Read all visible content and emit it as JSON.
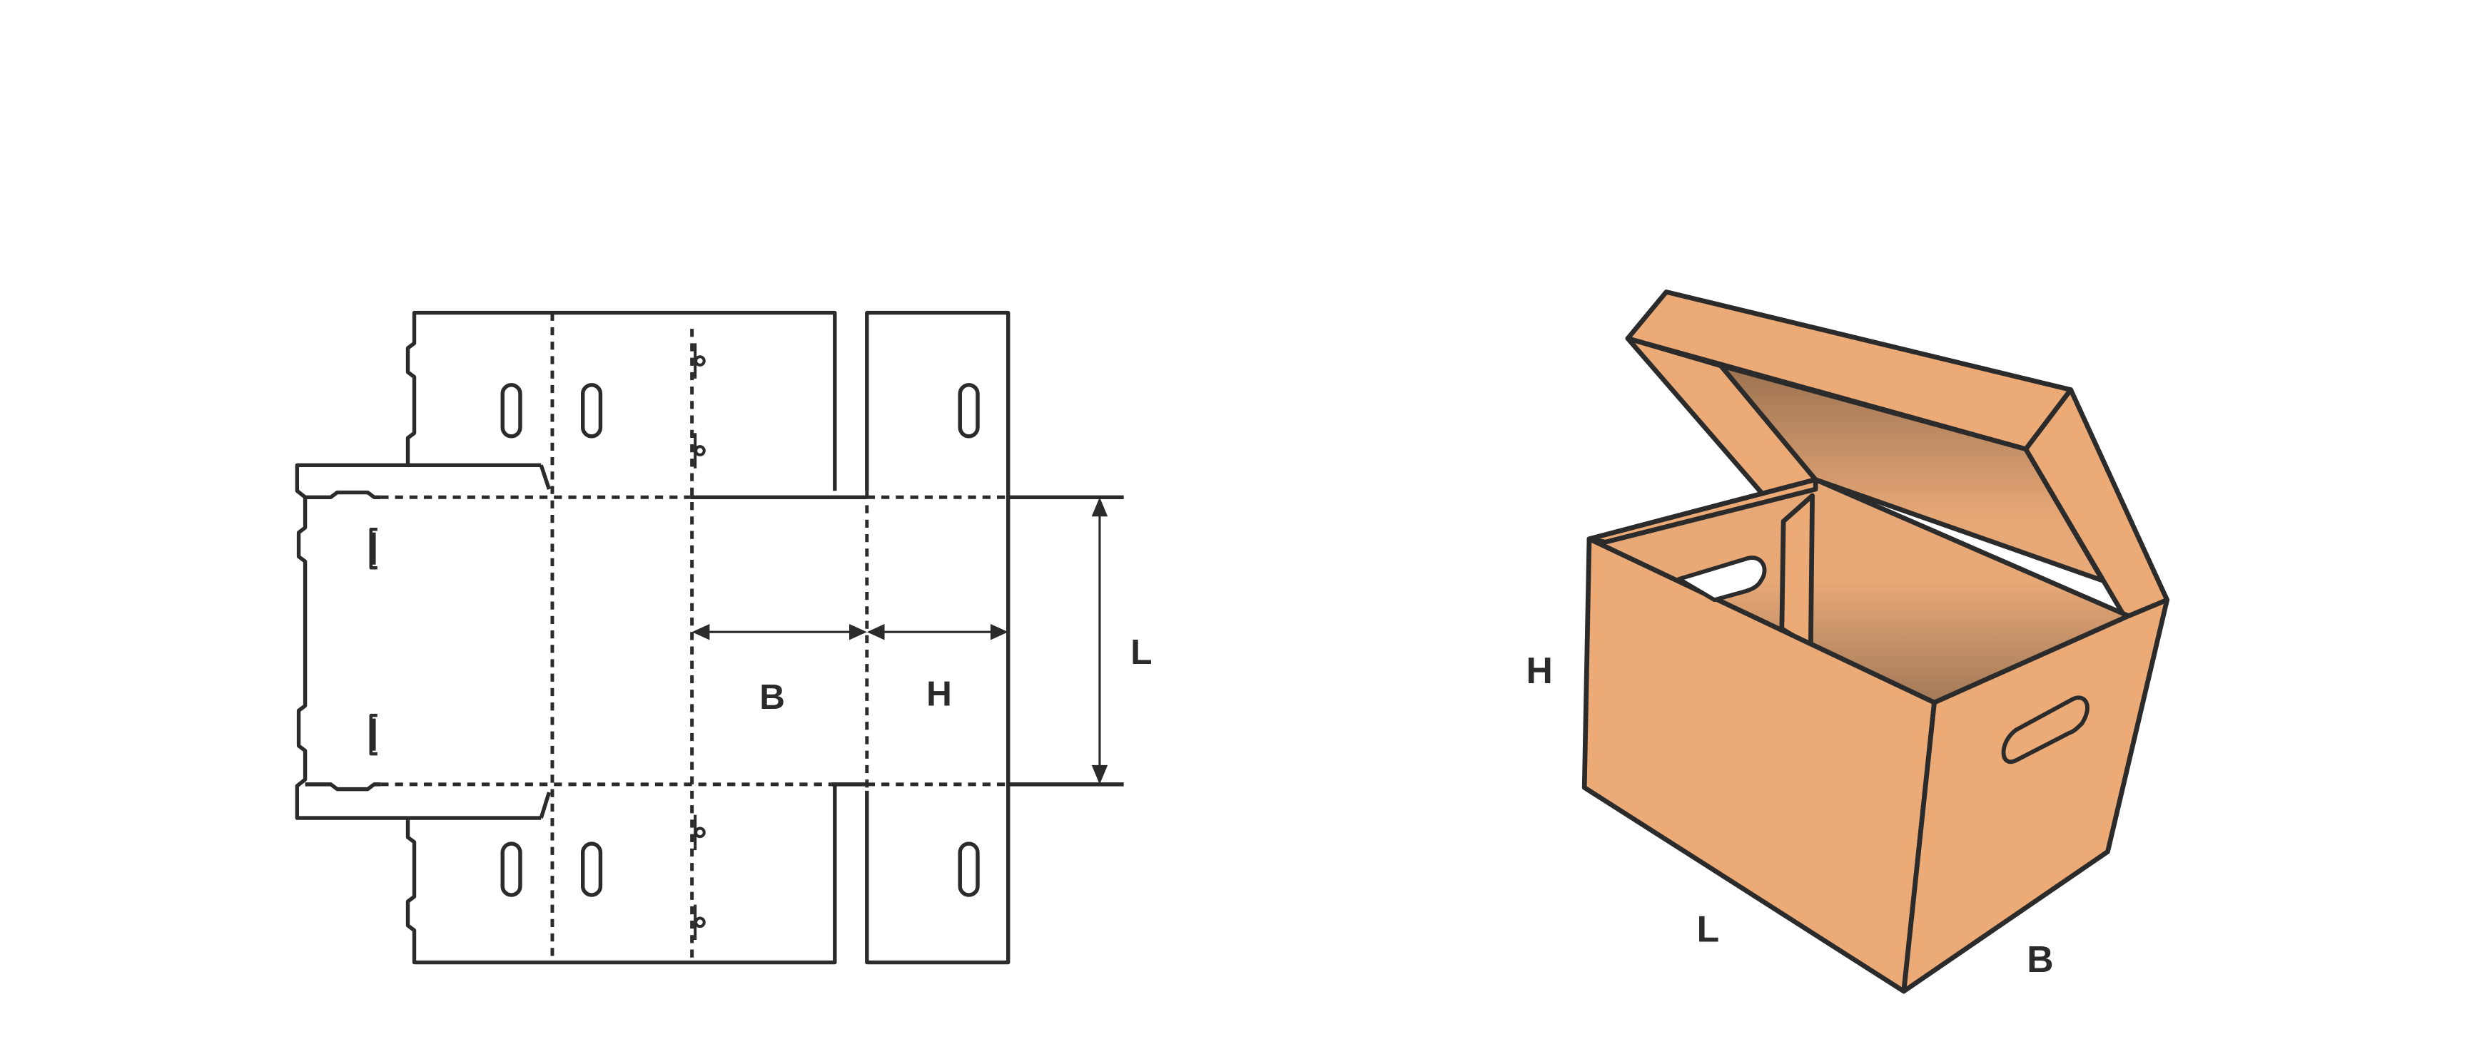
{
  "diagram": {
    "flat_labels": {
      "breadth": "B",
      "height": "H",
      "length": "L"
    },
    "box_labels": {
      "height": "H",
      "length": "L",
      "breadth": "B"
    }
  },
  "colors": {
    "stroke": "#2b2b2b",
    "board": "#ebaa76",
    "inner_dark": "#a47a57",
    "inner_light": "#e9a978",
    "background": "#ffffff"
  }
}
